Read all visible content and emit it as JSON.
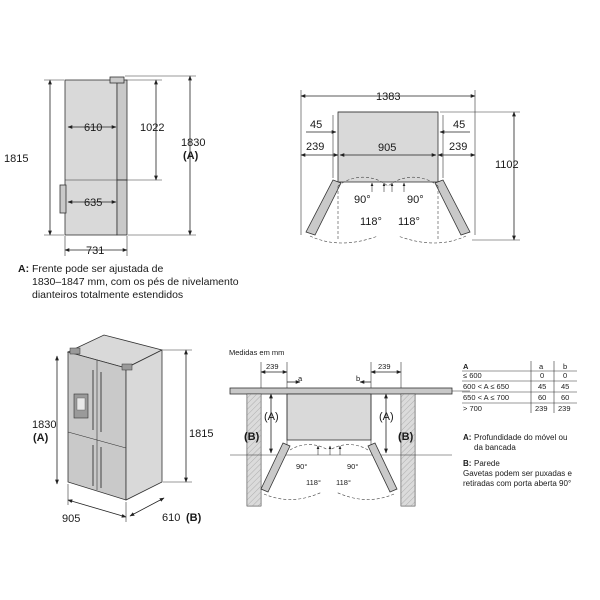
{
  "side_view": {
    "depth_body": "610",
    "depth_lower": "635",
    "depth_total": "731",
    "height_upper": "1022",
    "height_total": "1815",
    "height_max": "1830",
    "height_max_ref": "(A)"
  },
  "top_view": {
    "width_open": "1383",
    "gap_left": "45",
    "gap_right": "45",
    "side_left": "239",
    "side_right": "239",
    "width": "905",
    "depth_open": "1102",
    "angle_left": "90°",
    "angle_right": "90°",
    "angle_left_max": "118°",
    "angle_right_max": "118°"
  },
  "note_a_top": {
    "label": "A:",
    "lines": [
      "Frente pode ser ajustada de",
      "1830–1847 mm, com os pés de nivelamento",
      "dianteiros totalmente estendidos"
    ]
  },
  "iso_view": {
    "height_left": "1830",
    "height_left_ref": "(A)",
    "height_right": "1815",
    "width": "905",
    "depth": "610",
    "depth_ref": "(B)"
  },
  "niche_view": {
    "caption": "Medidas em mm",
    "side_left": "239",
    "side_right": "239",
    "label_a": "a",
    "label_b": "b",
    "wall_left": "(B)",
    "wall_right": "(B)",
    "cab_left": "(A)",
    "cab_right": "(A)",
    "angle_left": "90°",
    "angle_right": "90°",
    "angle_left_max": "118°",
    "angle_right_max": "118°"
  },
  "table": {
    "header": [
      "A",
      "a",
      "b"
    ],
    "rows": [
      [
        "≤ 600",
        "0",
        "0"
      ],
      [
        "600 < A ≤ 650",
        "45",
        "45"
      ],
      [
        "650 < A ≤ 700",
        "60",
        "60"
      ],
      [
        "> 700",
        "239",
        "239"
      ]
    ]
  },
  "notes_right": {
    "a_label": "A:",
    "a_lines": [
      "Profundidade do móvel ou",
      "da bancada"
    ],
    "b_label": "B:",
    "b_lines": [
      "Parede",
      "Gavetas podem ser puxadas e",
      "retiradas com porta aberta 90°"
    ]
  }
}
